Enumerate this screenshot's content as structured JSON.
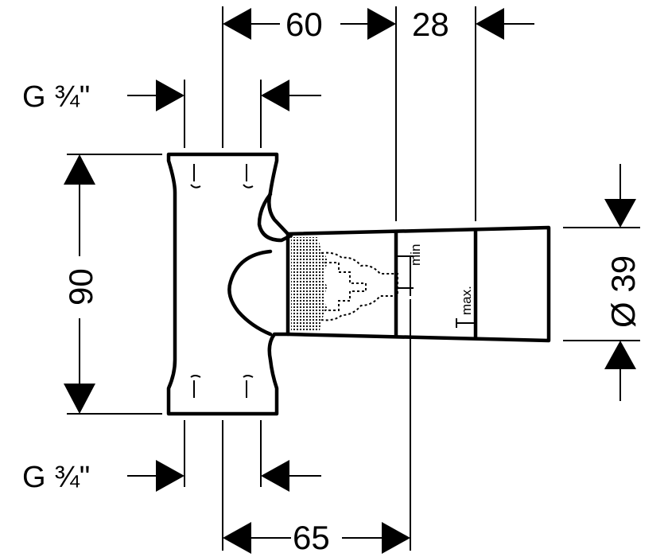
{
  "drawing": {
    "dimensions": {
      "top_left": "60",
      "top_right": "28",
      "bottom": "65",
      "height": "90",
      "diameter": "Ø 39"
    },
    "threads": {
      "top": "G ¾\"",
      "bottom": "G ¾\""
    },
    "labels": {
      "min": "min",
      "max": "max."
    }
  }
}
